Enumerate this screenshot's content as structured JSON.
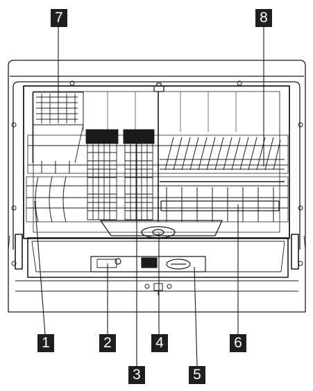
{
  "callouts": {
    "c1": "1",
    "c2": "2",
    "c3": "3",
    "c4": "4",
    "c5": "5",
    "c6": "6",
    "c7": "7",
    "c8": "8"
  },
  "colors": {
    "line": "#1a1a1a",
    "badge_bg": "#1f1f1f",
    "badge_text": "#ffffff",
    "background": "#ffffff"
  }
}
